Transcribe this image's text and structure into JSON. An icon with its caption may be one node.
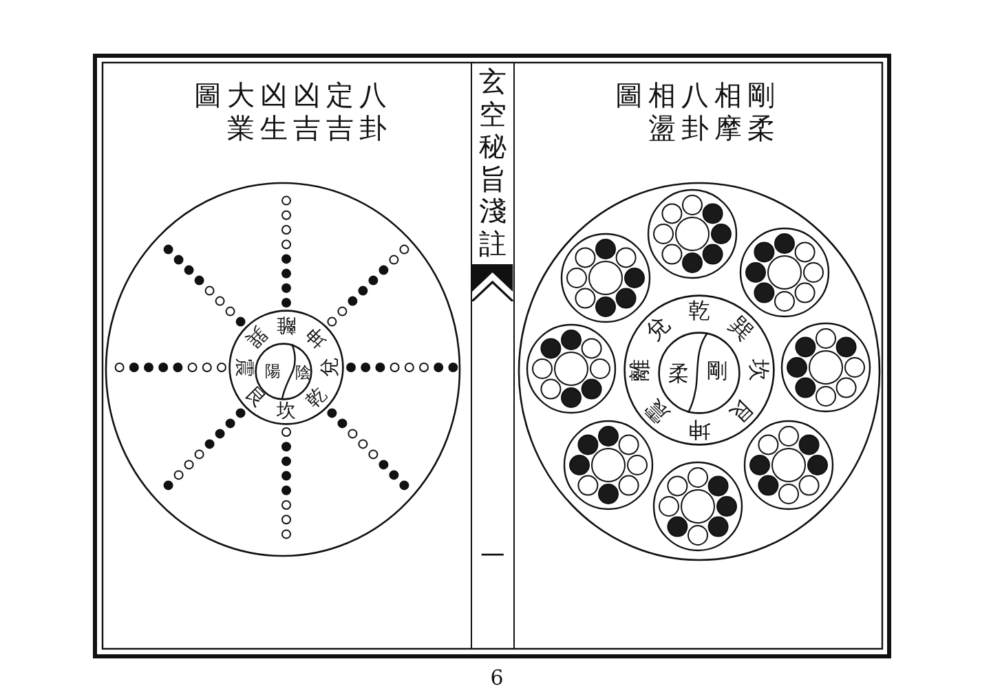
{
  "diagram": {
    "nodes": [
      {
        "text": [
          "八卦定吉凶吉凶生大業圖"
        ]
      },
      {
        "text": [
          "離",
          "坤",
          "兌",
          "乾",
          "坎",
          "艮",
          "震",
          "巽"
        ],
        "in": 0
      },
      {
        "text": [
          "陽",
          "陰"
        ],
        "in": 1
      },
      {
        "text": [
          "玄空秘旨淺註",
          "一"
        ]
      },
      {
        "text": [
          "剛柔相摩八卦相盪圖"
        ]
      },
      {
        "text": [
          "乾",
          "巽",
          "坎",
          "艮",
          "坤",
          "震",
          "離",
          "兌"
        ],
        "in": 4
      },
      {
        "text": [
          "柔",
          "剛"
        ],
        "in": 5
      },
      {
        "text": [],
        "shape": "circle",
        "in": 4
      },
      {
        "text": [],
        "shape": "circle",
        "in": 4
      },
      {
        "text": [],
        "shape": "circle",
        "in": 4
      },
      {
        "text": [],
        "shape": "circle",
        "in": 4
      },
      {
        "text": [],
        "shape": "circle",
        "in": 4
      },
      {
        "text": [],
        "shape": "circle",
        "in": 4
      },
      {
        "text": [],
        "shape": "circle",
        "in": 4
      },
      {
        "text": [],
        "shape": "circle",
        "in": 4
      }
    ],
    "labels": [
      "6"
    ]
  }
}
